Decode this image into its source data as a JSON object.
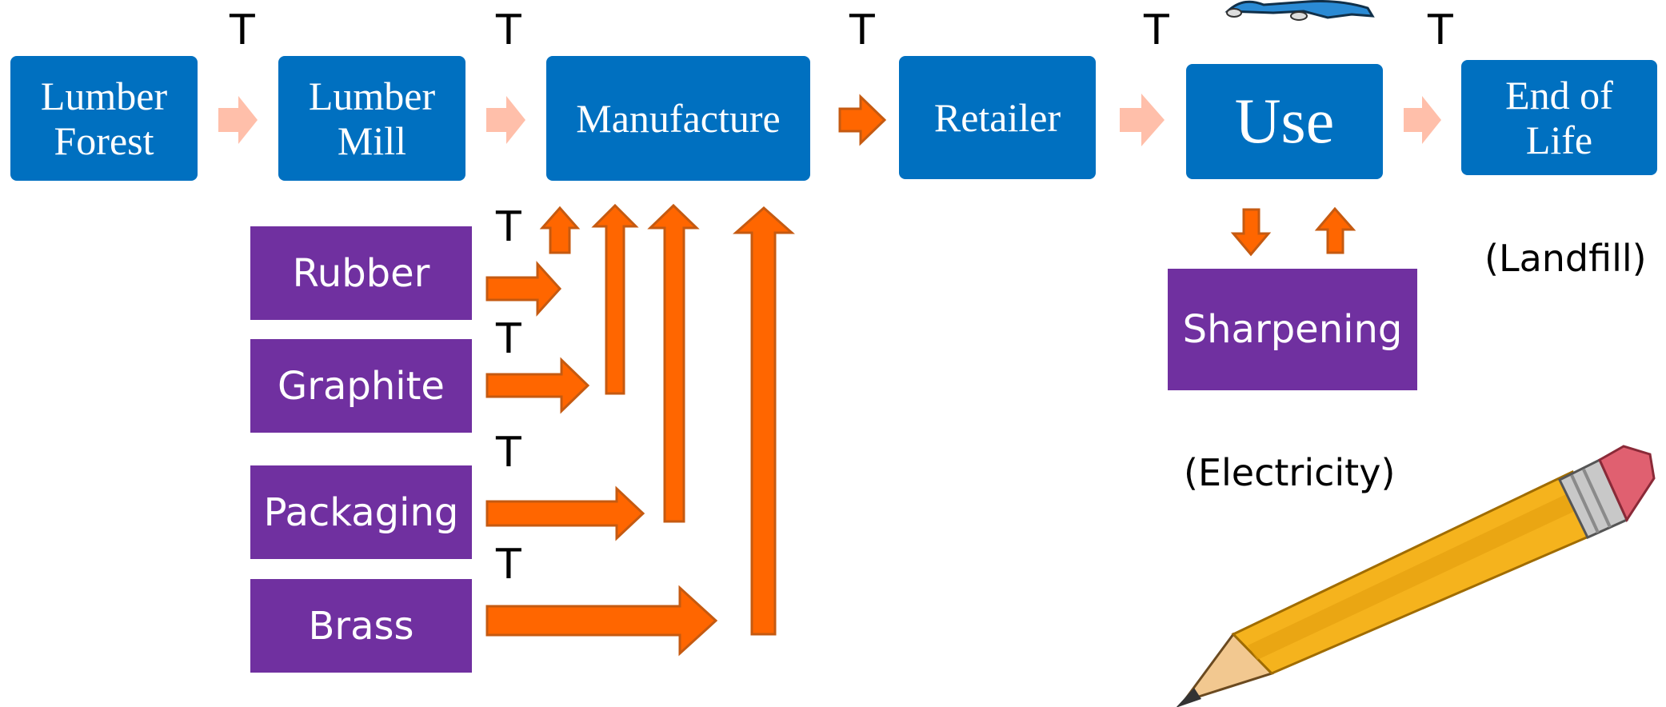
{
  "stages": [
    {
      "id": "lumber-forest",
      "label": "Lumber\nForest"
    },
    {
      "id": "lumber-mill",
      "label": "Lumber\nMill"
    },
    {
      "id": "manufacture",
      "label": "Manufacture"
    },
    {
      "id": "retailer",
      "label": "Retailer"
    },
    {
      "id": "use",
      "label": "Use"
    },
    {
      "id": "end-of-life",
      "label": "End of\nLife"
    }
  ],
  "inputs": [
    {
      "id": "rubber",
      "label": "Rubber"
    },
    {
      "id": "graphite",
      "label": "Graphite"
    },
    {
      "id": "packaging",
      "label": "Packaging"
    },
    {
      "id": "brass",
      "label": "Brass"
    }
  ],
  "sharpening": {
    "label": "Sharpening"
  },
  "transport_marker": "T",
  "notes": {
    "landfill": "(Landfill)",
    "electricity": "(Electricity)"
  },
  "colors": {
    "stage": "#0070c0",
    "input": "#7030a0",
    "arrow": "#ff6600",
    "arrow_stroke": "#c55a11",
    "arrow_light": "#ffbfaa"
  }
}
